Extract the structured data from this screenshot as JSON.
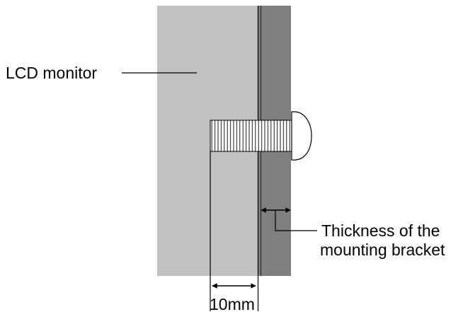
{
  "diagram": {
    "labels": {
      "monitor": "LCD monitor",
      "bracket_line1": "Thickness of the",
      "bracket_line2": "mounting bracket",
      "depth": "10mm"
    },
    "parts": {
      "monitor_panel": "LCD monitor",
      "mounting_bracket": "mounting bracket",
      "screw": "screw"
    },
    "colors": {
      "monitor_fill": "#c1c0c2",
      "bracket_fill": "#7f7e81",
      "line": "#000000",
      "screw_fill": "#ffffff",
      "background": "#ffffff"
    }
  }
}
